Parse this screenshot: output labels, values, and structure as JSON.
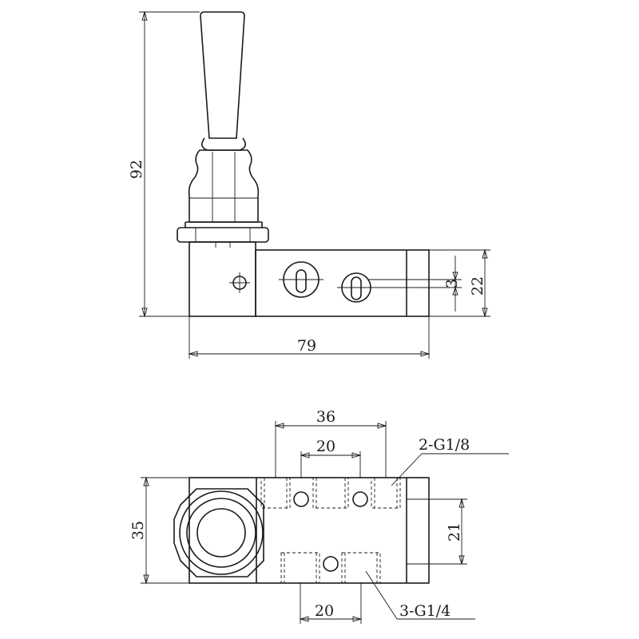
{
  "front_view": {
    "dims": {
      "height": "92",
      "width": "79",
      "side": "22",
      "slot": "3"
    }
  },
  "bottom_view": {
    "dims": {
      "top_span": "36",
      "top_pitch": "20",
      "bottom_pitch": "20",
      "depth": "35",
      "port_spacing": "21"
    },
    "callouts": {
      "small_ports": "2-G1/8",
      "large_ports": "3-G1/4"
    }
  }
}
